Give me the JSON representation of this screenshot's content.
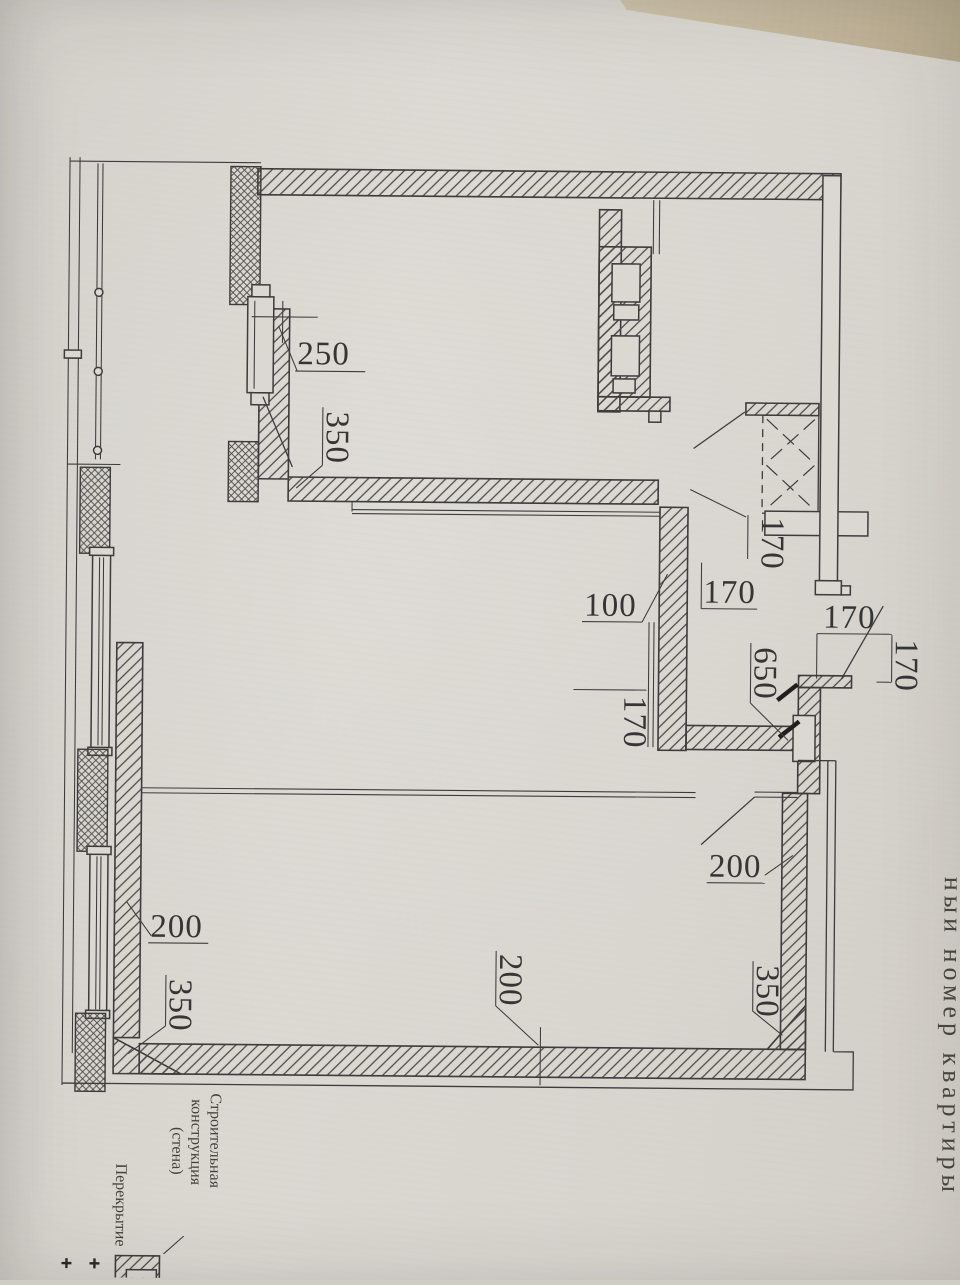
{
  "colors": {
    "paper": "#dbd8d2",
    "ink": "#3c3c3c",
    "table_edge": "#c2b59b"
  },
  "dimensions": {
    "balcony_door": "250",
    "top_wall": "350",
    "shaft_side": "170",
    "corridor": "170",
    "partition": "100",
    "mid_wall": "170",
    "entry_pier": "650",
    "entry_top": "170",
    "entry_side": "170",
    "right_wall": "200",
    "left_window": "200",
    "bottom_wall": "200",
    "bottom_right": "350",
    "bottom_left": "350"
  },
  "legend": {
    "wall_line1": "Строительная",
    "wall_line2": "конструкция",
    "wall_line3": "(стена)",
    "slab": "Перекрытие"
  },
  "margin_note": "ный номер квартиры"
}
